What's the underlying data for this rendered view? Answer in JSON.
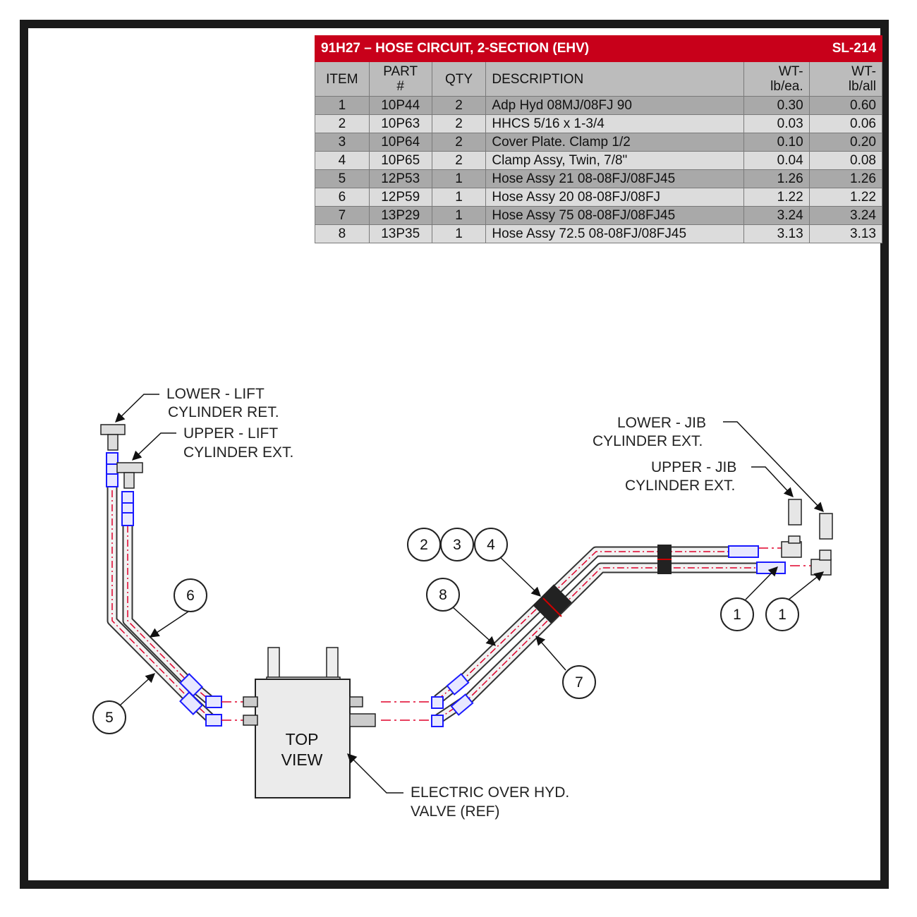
{
  "table": {
    "title": "91H27 – HOSE CIRCUIT, 2-SECTION (EHV)",
    "sheet": "SL-214",
    "headers": {
      "item": "ITEM",
      "part_line1": "PART",
      "part_line2": "#",
      "qty": "QTY",
      "description": "DESCRIPTION",
      "wt_ea_line1": "WT-",
      "wt_ea_line2": "lb/ea.",
      "wt_all_line1": "WT-",
      "wt_all_line2": "lb/all"
    },
    "rows": [
      {
        "item": "1",
        "part": "10P44",
        "qty": "2",
        "description": "Adp Hyd 08MJ/08FJ 90",
        "wt_ea": "0.30",
        "wt_all": "0.60"
      },
      {
        "item": "2",
        "part": "10P63",
        "qty": "2",
        "description": "HHCS 5/16 x 1-3/4",
        "wt_ea": "0.03",
        "wt_all": "0.06"
      },
      {
        "item": "3",
        "part": "10P64",
        "qty": "2",
        "description": "Cover Plate. Clamp 1/2",
        "wt_ea": "0.10",
        "wt_all": "0.20"
      },
      {
        "item": "4",
        "part": "10P65",
        "qty": "2",
        "description": "Clamp Assy, Twin, 7/8\"",
        "wt_ea": "0.04",
        "wt_all": "0.08"
      },
      {
        "item": "5",
        "part": "12P53",
        "qty": "1",
        "description": "Hose Assy 21 08-08FJ/08FJ45",
        "wt_ea": "1.26",
        "wt_all": "1.26"
      },
      {
        "item": "6",
        "part": "12P59",
        "qty": "1",
        "description": "Hose Assy 20 08-08FJ/08FJ",
        "wt_ea": "1.22",
        "wt_all": "1.22"
      },
      {
        "item": "7",
        "part": "13P29",
        "qty": "1",
        "description": "Hose Assy 75 08-08FJ/08FJ45",
        "wt_ea": "3.24",
        "wt_all": "3.24"
      },
      {
        "item": "8",
        "part": "13P35",
        "qty": "1",
        "description": "Hose Assy 72.5 08-08FJ/08FJ45",
        "wt_ea": "3.13",
        "wt_all": "3.13"
      }
    ]
  },
  "diagram": {
    "labels": {
      "lower_lift_1": "LOWER - LIFT",
      "lower_lift_2": "CYLINDER RET.",
      "upper_lift_1": "UPPER - LIFT",
      "upper_lift_2": "CYLINDER EXT.",
      "lower_jib_1": "LOWER - JIB",
      "lower_jib_2": "CYLINDER EXT.",
      "upper_jib_1": "UPPER - JIB",
      "upper_jib_2": "CYLINDER EXT.",
      "top_view_1": "TOP",
      "top_view_2": "VIEW",
      "valve_1": "ELECTRIC OVER HYD.",
      "valve_2": "VALVE (REF)"
    },
    "balloons": {
      "b2": "2",
      "b3": "3",
      "b4": "4",
      "b5": "5",
      "b6": "6",
      "b7": "7",
      "b8": "8",
      "b1a": "1",
      "b1b": "1"
    },
    "colors": {
      "hose_outline": "#333333",
      "hose_centerline": "#e0002a",
      "fitting_blue": "#1a1aff",
      "header_red": "#c8001a"
    }
  }
}
